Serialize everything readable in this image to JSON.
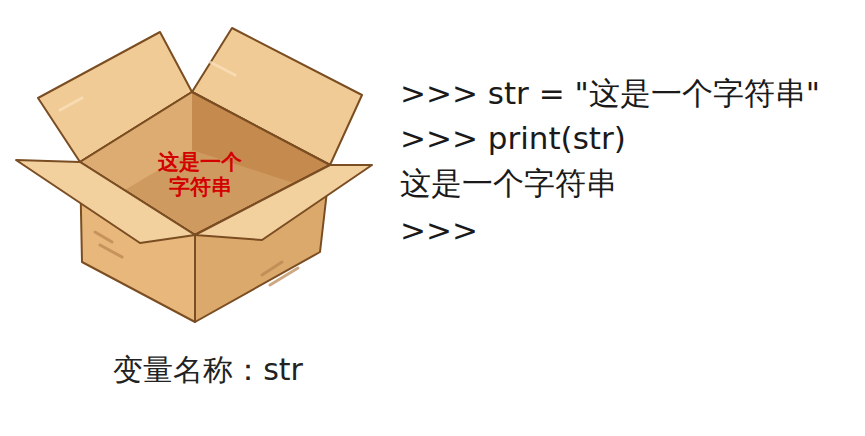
{
  "diagram": {
    "nodes": [
      {
        "text": [
          "这是一个字符串",
          "变量名称：str"
        ]
      }
    ],
    "labels": [
      ">>> str = \"这是一个字符串\"",
      ">>> print(str)",
      "这是一个字符串",
      ">>>"
    ]
  }
}
